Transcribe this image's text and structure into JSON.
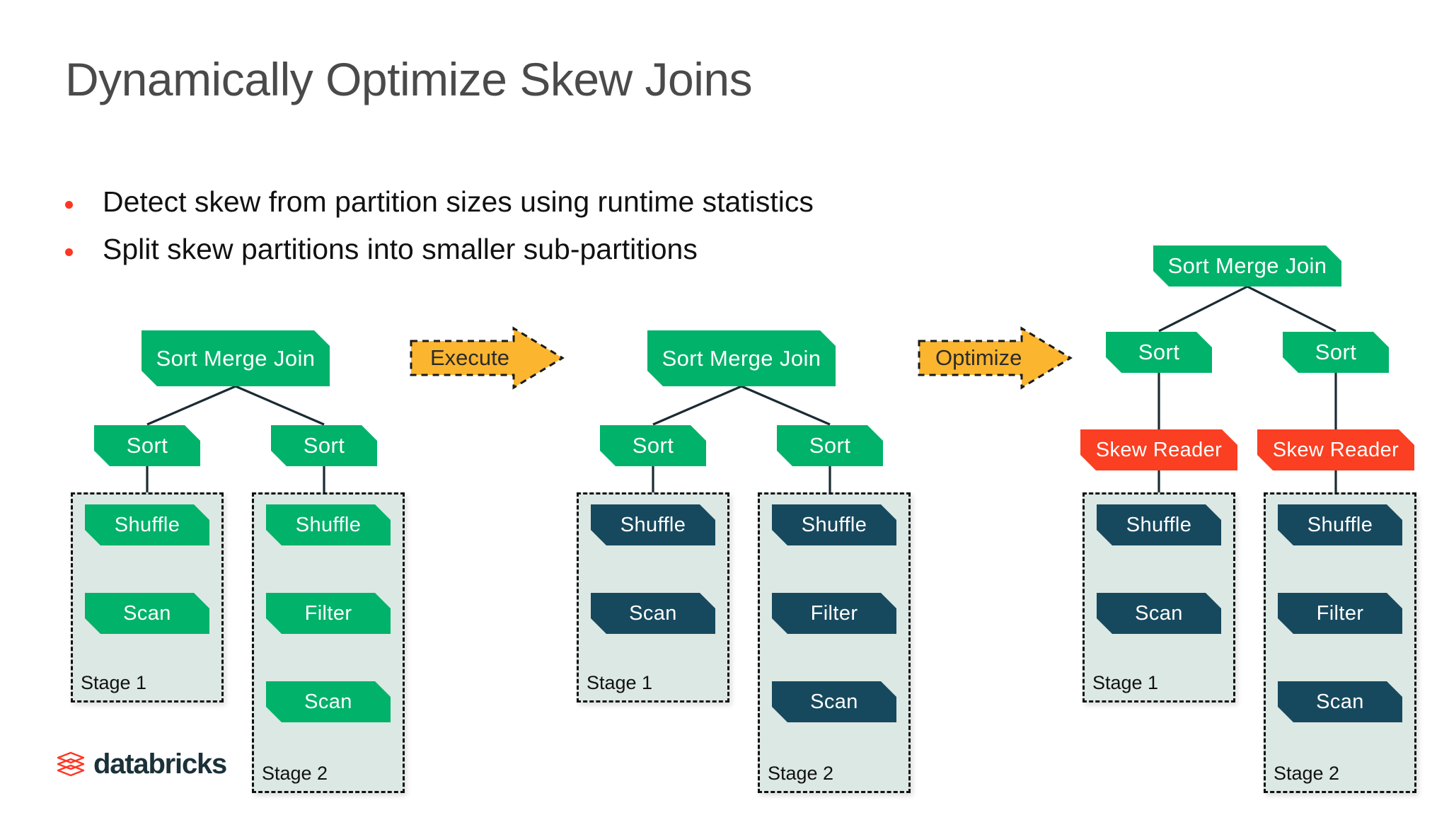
{
  "slide": {
    "title": "Dynamically Optimize Skew Joins",
    "brand": {
      "wordmark": "databricks",
      "logo_color": "#ff3621",
      "wordmark_color": "#1b3139"
    },
    "bullets": [
      "Detect skew from partition sizes using runtime statistics",
      "Split skew partitions into smaller sub-partitions"
    ]
  },
  "palette": {
    "green": "#00b26a",
    "navy": "#17495e",
    "red": "#fa3f22",
    "amber": "#fcb52e",
    "stage_fill": "#dce8e3",
    "line": "#1a2b33",
    "bullet_dot": "#ff3621",
    "title_text": "#4a4a4a"
  },
  "arrows": [
    {
      "label": "Execute",
      "name": "execute-arrow"
    },
    {
      "label": "Optimize",
      "name": "optimize-arrow"
    }
  ],
  "diagrams": [
    {
      "name": "plan-before",
      "root": "Sort Merge Join",
      "branches": [
        {
          "sort": "Sort",
          "stage": "Stage 1",
          "nodes": [
            "Shuffle",
            "Scan"
          ],
          "color": "green"
        },
        {
          "sort": "Sort",
          "stage": "Stage 2",
          "nodes": [
            "Shuffle",
            "Filter",
            "Scan"
          ],
          "color": "green"
        }
      ]
    },
    {
      "name": "plan-executed",
      "root": "Sort Merge Join",
      "branches": [
        {
          "sort": "Sort",
          "stage": "Stage 1",
          "nodes": [
            "Shuffle",
            "Scan"
          ],
          "color": "navy"
        },
        {
          "sort": "Sort",
          "stage": "Stage 2",
          "nodes": [
            "Shuffle",
            "Filter",
            "Scan"
          ],
          "color": "navy"
        }
      ]
    },
    {
      "name": "plan-optimized",
      "root": "Sort Merge Join",
      "branches": [
        {
          "sort": "Sort",
          "skew_reader": "Skew Reader",
          "stage": "Stage 1",
          "nodes": [
            "Shuffle",
            "Scan"
          ],
          "color": "navy"
        },
        {
          "sort": "Sort",
          "skew_reader": "Skew Reader",
          "stage": "Stage 2",
          "nodes": [
            "Shuffle",
            "Filter",
            "Scan"
          ],
          "color": "navy"
        }
      ]
    }
  ]
}
